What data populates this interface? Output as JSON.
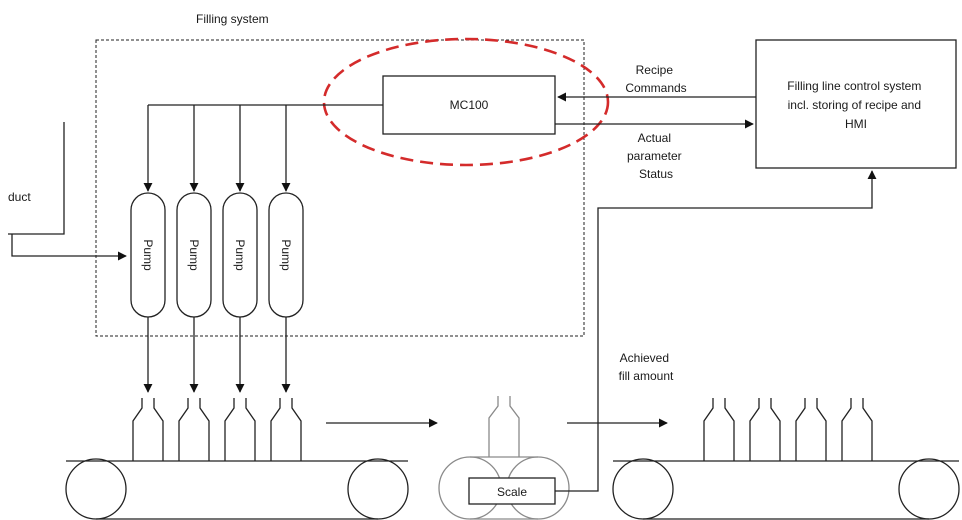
{
  "filling_system": {
    "title": "Filling system"
  },
  "mc100": {
    "label": "MC100"
  },
  "control_system": {
    "lines": [
      "Filling line control system",
      "incl. storing of recipe and",
      "HMI"
    ]
  },
  "signals": {
    "recipe": "Recipe",
    "commands": "Commands",
    "actual": "Actual",
    "parameter": "parameter",
    "status": "Status"
  },
  "product": {
    "label": "duct"
  },
  "pumps": [
    {
      "label": "Pump"
    },
    {
      "label": "Pump"
    },
    {
      "label": "Pump"
    },
    {
      "label": "Pump"
    }
  ],
  "scale": {
    "label": "Scale"
  },
  "achieved": {
    "line1": "Achieved",
    "line2": "fill amount"
  },
  "colors": {
    "highlight": "#d42b2b",
    "line": "#222222",
    "grey": "#8a8a8a"
  }
}
